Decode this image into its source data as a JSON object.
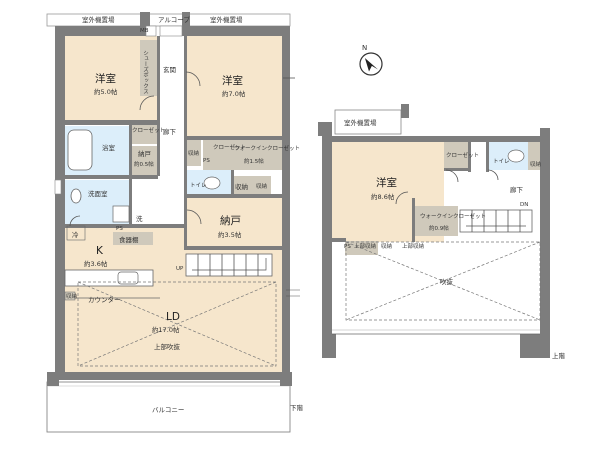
{
  "colors": {
    "wood_floor": "#f6e6cc",
    "wet_area": "#dceefa",
    "storage_room": "#cfc9bb",
    "wall": "#7d7d7d"
  },
  "icons": [
    "compass-icon"
  ],
  "compass": {
    "north": "N"
  },
  "lower_floor": {
    "outdoor_unit_left": "室外機置場",
    "outdoor_unit_right": "室外機置場",
    "alcove": "アルコーブ",
    "mb": "MB",
    "western_room_1": {
      "name": "洋室",
      "size": "約5.0帖"
    },
    "western_room_2": {
      "name": "洋室",
      "size": "約7.0帖"
    },
    "entrance": "玄関",
    "shoes_closet": "シューズボックス",
    "hallway": "廊下",
    "closet_1": "クローゼット",
    "bath": "浴室",
    "storage_small": {
      "name": "納戸",
      "size": "約0.5帖"
    },
    "storage_1": "収納",
    "ps_1": "PS",
    "walk_in_closet": {
      "name": "ウォークインクローゼット",
      "size": "約1.5帖"
    },
    "closet_2": "クローゼット",
    "toilet": "トイレ",
    "storage_2": "収納",
    "storage_3": "収納",
    "washroom": "洗面室",
    "wash": "洗",
    "ps_2": "PS",
    "storage_room": {
      "name": "納戸",
      "size": "約3.5帖"
    },
    "fridge": "冷",
    "kitchen": {
      "name": "K",
      "size": "約3.6帖"
    },
    "cupboard": "食器棚",
    "up": "UP",
    "storage_4": "収納",
    "counter": "カウンター",
    "ld": {
      "name": "LD",
      "size": "約17.0帖"
    },
    "upper_void": "上部吹抜",
    "balcony": "バルコニー",
    "lower_floor_mark": "下階"
  },
  "upper_floor": {
    "outdoor_unit": "室外機置場",
    "western_room": {
      "name": "洋室",
      "size": "約8.6帖"
    },
    "closet": "クローゼット",
    "toilet": "トイレ",
    "storage_1": "収納",
    "hallway": "廊下",
    "walk_in_closet": {
      "name": "ウォークインクローゼット",
      "size": "約0.9帖"
    },
    "dn": "DN",
    "ps": "PS",
    "upper_storage_1": "上部収納",
    "storage_2": "収納",
    "upper_storage_2": "上部収納",
    "void": "吹抜",
    "upper_floor_mark": "上階"
  }
}
